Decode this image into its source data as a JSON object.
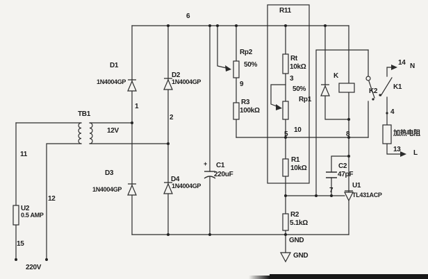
{
  "labels": {
    "n1": "1",
    "n2": "2",
    "n3": "3",
    "n4": "4",
    "n5": "5",
    "n6": "6",
    "n7": "7",
    "n8": "8",
    "n9": "9",
    "n10": "10",
    "n11": "11",
    "n12": "12",
    "n13": "13",
    "n14": "14",
    "n15": "15",
    "line": "L",
    "neutral": "N",
    "v220": "220V",
    "v12": "12V",
    "gnd_rail": "GND",
    "gnd_symbol": "GND",
    "plus": "+"
  },
  "components": {
    "r11_box": {
      "ref": "R11"
    },
    "tb1": {
      "ref": "TB1"
    },
    "d1": {
      "ref": "D1",
      "part": "1N4004GP"
    },
    "d2": {
      "ref": "D2",
      "part": "1N4004GP"
    },
    "d3": {
      "ref": "D3",
      "part": "1N4004GP"
    },
    "d4": {
      "ref": "D4",
      "part": "1N4004GP"
    },
    "u2": {
      "ref": "U2",
      "value": "0.5 AMP"
    },
    "c1": {
      "ref": "C1",
      "value": "220uF"
    },
    "c2": {
      "ref": "C2",
      "value": "47pF"
    },
    "rp2": {
      "ref": "Rp2",
      "value": "50%"
    },
    "r3": {
      "ref": "R3",
      "value": "100kΩ"
    },
    "rt": {
      "ref": "Rt",
      "value": "10kΩ"
    },
    "rp1": {
      "ref": "Rp1",
      "value": "50%"
    },
    "r1": {
      "ref": "R1",
      "value": "10kΩ"
    },
    "r2": {
      "ref": "R2",
      "value": "5.1kΩ"
    },
    "u1": {
      "ref": "U1",
      "part": "TL431ACP"
    },
    "relay_coil": {
      "ref": "K"
    },
    "contact_k1": {
      "ref": "K1"
    },
    "contact_k2": {
      "ref": "K2"
    },
    "heater": {
      "ref": "加热电阻"
    }
  },
  "colors": {
    "wire": "#2b2b2b",
    "paper": "#f4f3f0",
    "photo_edge": "#171717"
  }
}
